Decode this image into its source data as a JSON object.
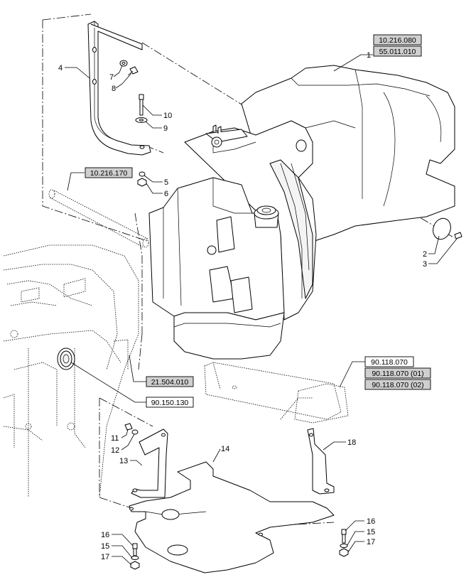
{
  "refs": {
    "r1a": "10.216.080",
    "r1b": "55.011.010",
    "r_pipe": "10.216.170",
    "r_frame": "21.504.010",
    "r_bearing": "90.150.130",
    "r_step_a": "90.118.070",
    "r_step_b": "90.118.070 (01)",
    "r_step_c": "90.118.070 (02)"
  },
  "labels": {
    "n1": "1",
    "n2": "2",
    "n3": "3",
    "n4": "4",
    "n5": "5",
    "n6": "6",
    "n7": "7",
    "n8": "8",
    "n9": "9",
    "n10": "10",
    "n11": "11",
    "n12": "12",
    "n13": "13",
    "n14": "14",
    "n15a": "15",
    "n15b": "15",
    "n16a": "16",
    "n16b": "16",
    "n17a": "17",
    "n17b": "17",
    "n18": "18"
  }
}
